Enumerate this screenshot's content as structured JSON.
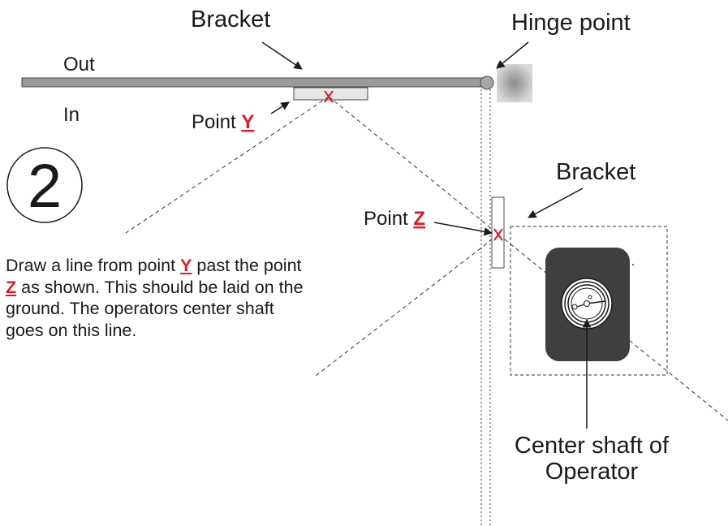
{
  "labels": {
    "bracket_top": "Bracket",
    "hinge_point": "Hinge point",
    "out": "Out",
    "in": "In",
    "point_y_prefix": "Point ",
    "point_y_letter": "Y",
    "step_number": "2",
    "point_z_prefix": "Point ",
    "point_z_letter": "Z",
    "bracket_right": "Bracket",
    "center_shaft_line1": "Center shaft of",
    "center_shaft_line2": "Operator"
  },
  "instructions": {
    "t1": "Draw a line from point ",
    "y": "Y",
    "t2": " past the point ",
    "z": "Z",
    "t3": " as shown. This should be laid on the ground. The operators center shaft goes on this line."
  },
  "colors": {
    "gate_fill": "#9a9a9a",
    "bracket_fill": "#e6e6e6",
    "hinge_fill": "#a8a8a8",
    "operator_body": "#3f3f3f",
    "reference_red": "#d42028",
    "text": "#1a1a1a"
  },
  "icons": {
    "point_marker": "red-x-mark",
    "hinge_post": "gray-square-post",
    "shaft_hub": "circular-gear-hub"
  }
}
